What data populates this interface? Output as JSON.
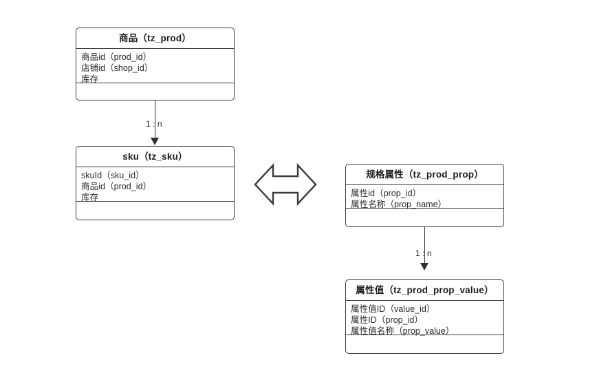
{
  "diagram": {
    "title_text": "",
    "background": "#ffffff",
    "stroke_color": "#3a3a3a",
    "text_color": "#2a2a2a"
  },
  "entities": [
    {
      "id": "tz_prod",
      "header": "商品（tz_prod）",
      "attributes": [
        "商品id（prod_id）",
        "店铺id（shop_id）",
        "库存"
      ]
    },
    {
      "id": "tz_sku",
      "header": "sku（tz_sku）",
      "attributes": [
        "skuId（sku_id）",
        "商品id（prod_id）",
        "库存"
      ]
    },
    {
      "id": "tz_prod_prop",
      "header": "规格属性（tz_prod_prop）",
      "attributes": [
        "属性id（prop_id）",
        "属性名称（prop_name）"
      ]
    },
    {
      "id": "tz_prod_prop_value",
      "header": "属性值（tz_prod_prop_value）",
      "attributes": [
        "属性值ID（value_id）",
        "属性ID（prop_id）",
        "属性值名称（prop_value）"
      ]
    }
  ],
  "connectors": [
    {
      "id": "prod-to-sku",
      "label": "1 : n",
      "from": "tz_prod",
      "to": "tz_sku"
    },
    {
      "id": "prop-to-propvalue",
      "label": "1 : n",
      "from": "tz_prod_prop",
      "to": "tz_prod_prop_value"
    }
  ],
  "relation_symbol": {
    "id": "many-to-many-arrow",
    "name": "double-headed-arrow-icon",
    "label": ""
  }
}
